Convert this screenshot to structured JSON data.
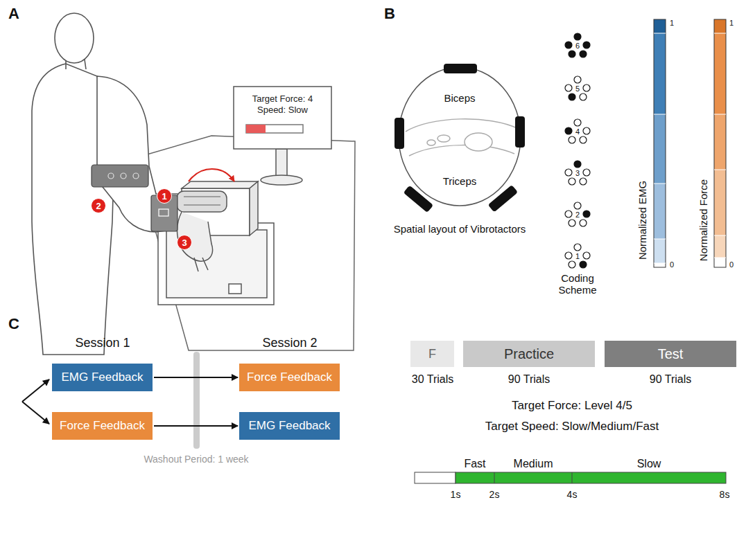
{
  "diagram": {
    "nodes": [
      {
        "text": [
          "Target Force: 4",
          "Speed: Slow"
        ]
      },
      {
        "text": [
          "1"
        ]
      },
      {
        "text": [
          "2"
        ]
      },
      {
        "text": [
          "3"
        ]
      },
      {
        "text": [
          "EMG Feedback"
        ]
      },
      {
        "text": [
          "Force Feedback"
        ]
      },
      {
        "text": [
          "Force Feedback"
        ]
      },
      {
        "text": [
          "EMG Feedback"
        ]
      },
      {
        "text": [
          "F"
        ]
      },
      {
        "text": [
          "Practice"
        ]
      },
      {
        "text": [
          "Test"
        ]
      }
    ],
    "edges": [
      {
        "from": 4,
        "to": 6,
        "arrow": "to"
      },
      {
        "from": 5,
        "to": 7,
        "arrow": "to"
      }
    ],
    "labels": [
      "A",
      "B",
      "C",
      "Biceps",
      "Triceps",
      "Spatial layout of Vibrotactors",
      "6",
      "5",
      "4",
      "3",
      "2",
      "1",
      "Coding Scheme",
      "1",
      "0",
      "Normalized EMG",
      "1",
      "0",
      "Normalized Force",
      "Session 1",
      "Session 2",
      "Washout Period: 1 week",
      "30 Trials",
      "90 Trials",
      "90 Trials",
      "Target Force: Level 4/5",
      "Target Speed: Slow/Medium/Fast",
      "Fast",
      "Medium",
      "Slow",
      "1s",
      "2s",
      "4s",
      "8s"
    ]
  }
}
